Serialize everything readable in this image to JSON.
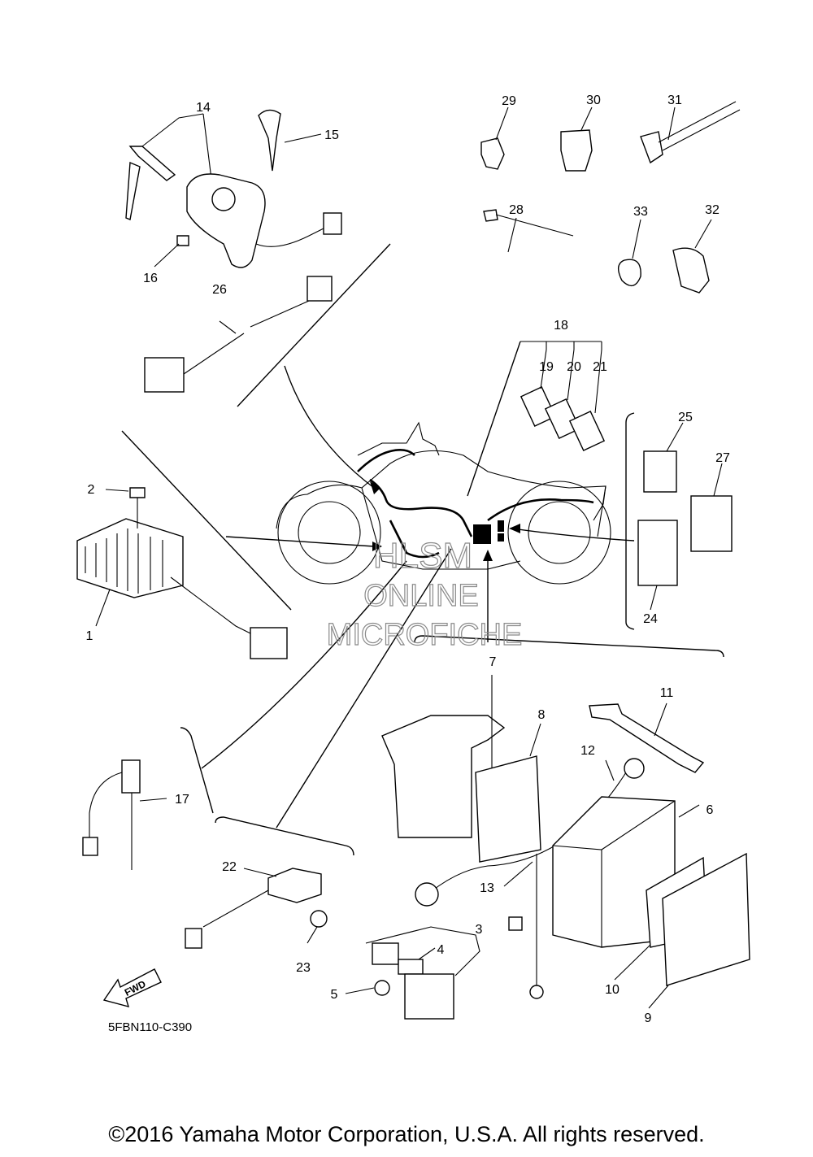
{
  "diagram": {
    "callouts": [
      "1",
      "2",
      "3",
      "4",
      "5",
      "6",
      "7",
      "8",
      "9",
      "10",
      "11",
      "12",
      "13",
      "14",
      "15",
      "16",
      "17",
      "18",
      "19",
      "20",
      "21",
      "22",
      "23",
      "24",
      "25",
      "26",
      "27",
      "28",
      "29",
      "30",
      "31",
      "32",
      "33"
    ],
    "watermark": [
      "HLSM",
      "ONLINE",
      "MICROFICHE"
    ],
    "fwd_label": "FWD",
    "diagram_code": "5FBN110-C390"
  },
  "footer": {
    "copyright": "©2016 Yamaha Motor Corporation, U.S.A. All rights reserved."
  }
}
